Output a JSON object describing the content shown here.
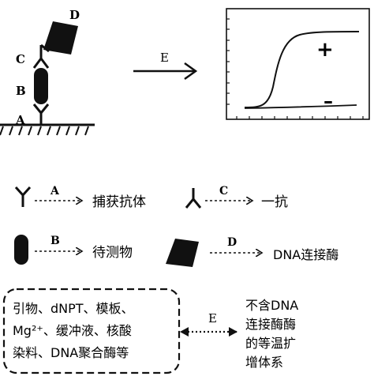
{
  "assay": {
    "label_a": "A",
    "label_b": "B",
    "label_c": "C",
    "label_d": "D"
  },
  "reaction": {
    "arrow_label": "E"
  },
  "plot": {
    "positive_label": "+",
    "negative_label": "–"
  },
  "legend": {
    "capture_antibody": {
      "arrow_label": "A",
      "text": "捕获抗体"
    },
    "primary_antibody": {
      "arrow_label": "C",
      "text": "一抗"
    },
    "analyte": {
      "arrow_label": "B",
      "text": "待测物"
    },
    "ligase": {
      "arrow_label": "D",
      "text": "DNA连接酶"
    }
  },
  "mix_box": {
    "lines": [
      "引物、dNPT、模板、",
      "Mg²⁺、缓冲液、核酸",
      "染料、DNA聚合酶等"
    ]
  },
  "equivalence": {
    "arrow_label": "E",
    "result_lines": [
      "不含DNA",
      "连接酶酶",
      "的等温扩",
      "增体系"
    ]
  }
}
